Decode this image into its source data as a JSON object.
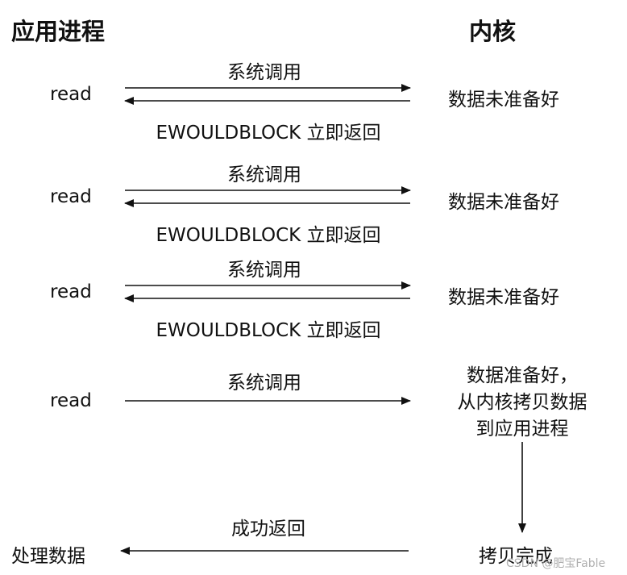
{
  "headers": {
    "app": "应用进程",
    "kernel": "内核"
  },
  "rounds": [
    {
      "app": "read",
      "request": "系统调用",
      "kernel": "数据未准备好",
      "reply": "EWOULDBLOCK 立即返回"
    },
    {
      "app": "read",
      "request": "系统调用",
      "kernel": "数据未准备好",
      "reply": "EWOULDBLOCK 立即返回"
    },
    {
      "app": "read",
      "request": "系统调用",
      "kernel": "数据未准备好",
      "reply": "EWOULDBLOCK 立即返回"
    }
  ],
  "final_round": {
    "app": "read",
    "request": "系统调用",
    "kernel_lines": [
      "数据准备好，",
      "从内核拷贝数据",
      "到应用进程"
    ],
    "kernel_done": "拷贝完成",
    "reply": "成功返回",
    "app_done": "处理数据"
  },
  "watermark": "CSDN @肥宝Fable"
}
